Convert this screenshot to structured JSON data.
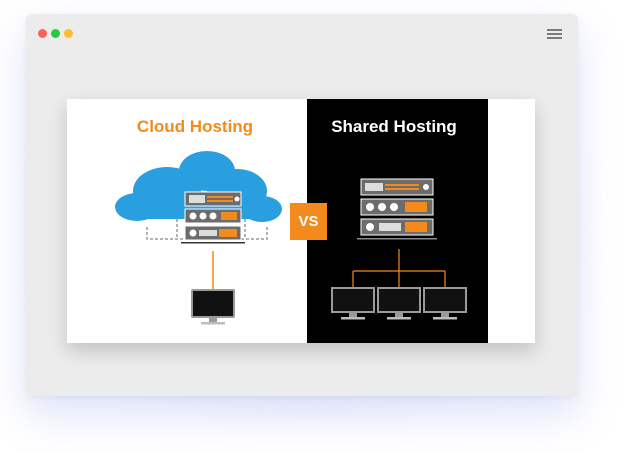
{
  "window": {
    "menu_icon": "hamburger-menu-icon",
    "controls": [
      "close-dot",
      "minimize-dot",
      "maximize-dot"
    ]
  },
  "comparison": {
    "left_title": "Cloud Hosting",
    "right_title": "Shared Hosting",
    "vs_label": "VS"
  },
  "colors": {
    "accent": "#f28b1b",
    "cloud": "#2a9fe0",
    "dark": "#000000",
    "server": "#777777"
  }
}
